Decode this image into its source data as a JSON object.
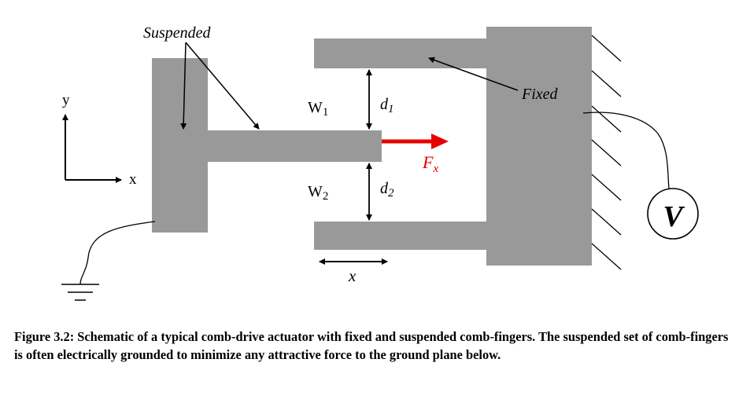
{
  "diagram": {
    "labels": {
      "suspended": "Suspended",
      "fixed": "Fixed",
      "axis_y": "y",
      "axis_x": "x",
      "w1_main": "W",
      "w1_sub": "1",
      "w2_main": "W",
      "w2_sub": "2",
      "d1_main": "d",
      "d1_sub": "1",
      "d2_main": "d",
      "d2_sub": "2",
      "force_main": "F",
      "force_sub": "x",
      "displacement": "x",
      "voltage": "V"
    },
    "colors": {
      "structure": "#999999",
      "force_arrow": "#e60000",
      "line": "#000000"
    }
  },
  "caption": "Figure 3.2: Schematic of a typical comb-drive actuator with fixed and suspended comb-fingers.  The suspended set of comb-fingers is often electrically grounded to minimize any attractive force to the ground plane below."
}
